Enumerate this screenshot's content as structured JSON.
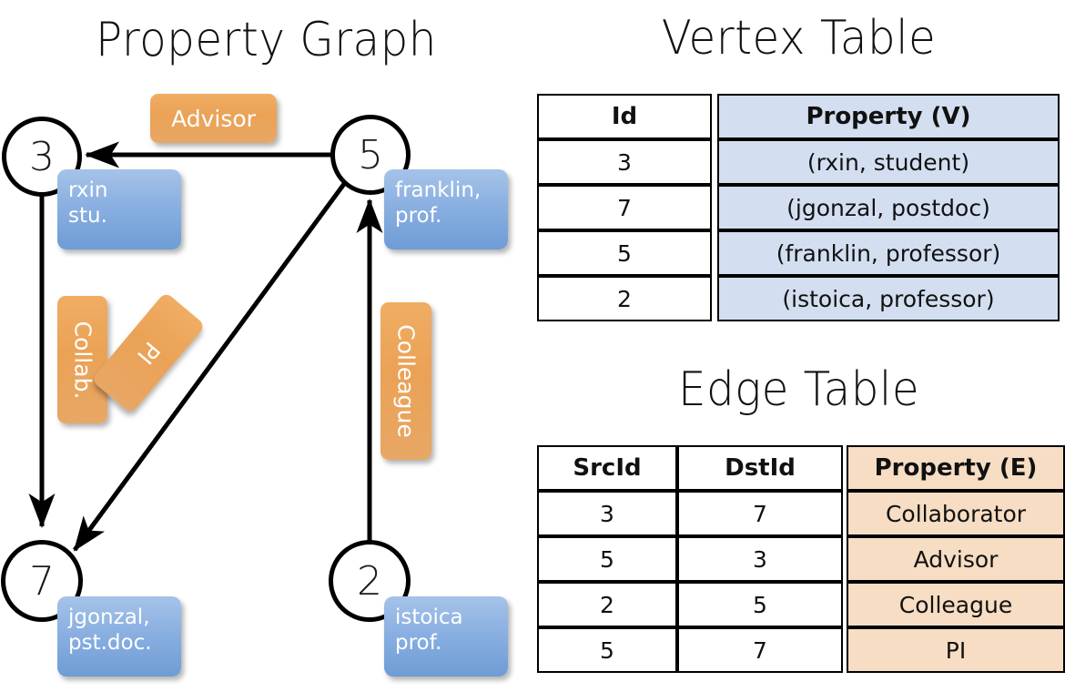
{
  "titles": {
    "property_graph": "Property Graph",
    "vertex_table": "Vertex Table",
    "edge_table": "Edge Table"
  },
  "graph": {
    "nodes": [
      {
        "id": "3",
        "label": "3",
        "property_lines": [
          "rxin",
          "stu."
        ]
      },
      {
        "id": "5",
        "label": "5",
        "property_lines": [
          "franklin,",
          "prof."
        ]
      },
      {
        "id": "7",
        "label": "7",
        "property_lines": [
          "jgonzal,",
          "pst.doc."
        ]
      },
      {
        "id": "2",
        "label": "2",
        "property_lines": [
          "istoica",
          "prof."
        ]
      }
    ],
    "edge_labels": [
      {
        "name": "advisor",
        "text": "Advisor"
      },
      {
        "name": "collab",
        "text": "Collab."
      },
      {
        "name": "pi",
        "text": "PI"
      },
      {
        "name": "colleague",
        "text": "Colleague"
      }
    ]
  },
  "vertex_table": {
    "headers": [
      "Id",
      "Property (V)"
    ],
    "rows": [
      {
        "id": "3",
        "property": "(rxin, student)"
      },
      {
        "id": "7",
        "property": "(jgonzal, postdoc)"
      },
      {
        "id": "5",
        "property": "(franklin, professor)"
      },
      {
        "id": "2",
        "property": "(istoica, professor)"
      }
    ]
  },
  "edge_table": {
    "headers": [
      "SrcId",
      "DstId",
      "Property (E)"
    ],
    "rows": [
      {
        "src": "3",
        "dst": "7",
        "property": "Collaborator"
      },
      {
        "src": "5",
        "dst": "3",
        "property": "Advisor"
      },
      {
        "src": "2",
        "dst": "5",
        "property": "Colleague"
      },
      {
        "src": "5",
        "dst": "7",
        "property": "PI"
      }
    ]
  },
  "colors": {
    "vertex_property_fill": "#d3dff1",
    "edge_property_fill": "#f6ddc3",
    "node_property_box": "#8db2e2",
    "edge_label_box": "#eaa256"
  }
}
